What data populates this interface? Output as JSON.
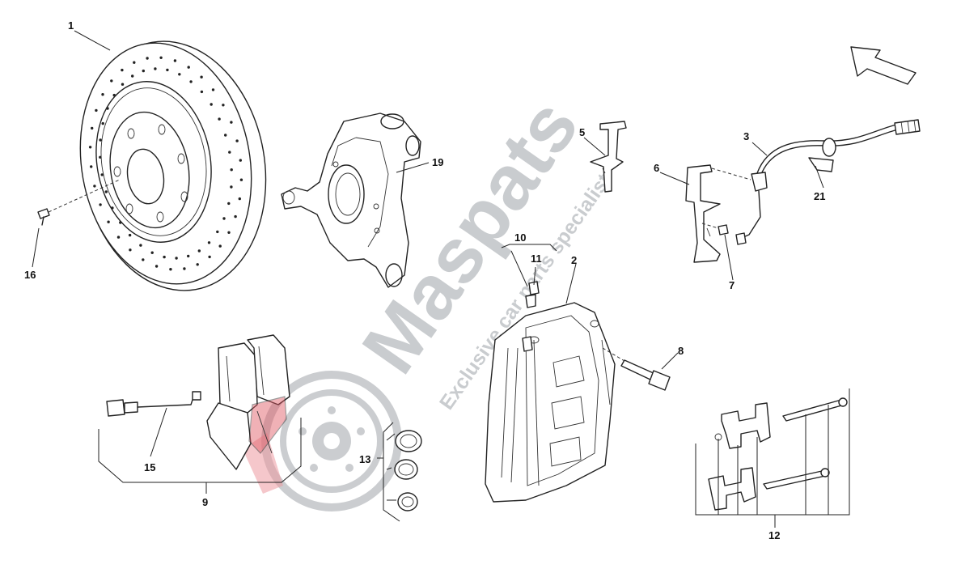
{
  "watermark": {
    "brand": "Maspats",
    "tagline": "Exclusive car parts specialist",
    "gray": "#9ea3a8",
    "accent": "#e05560"
  },
  "callouts": [
    {
      "id": "1",
      "label": "1"
    },
    {
      "id": "2",
      "label": "2"
    },
    {
      "id": "3",
      "label": "3"
    },
    {
      "id": "5",
      "label": "5"
    },
    {
      "id": "6",
      "label": "6"
    },
    {
      "id": "7",
      "label": "7"
    },
    {
      "id": "8",
      "label": "8"
    },
    {
      "id": "9",
      "label": "9"
    },
    {
      "id": "10",
      "label": "10"
    },
    {
      "id": "11",
      "label": "11"
    },
    {
      "id": "12",
      "label": "12"
    },
    {
      "id": "13",
      "label": "13"
    },
    {
      "id": "15",
      "label": "15"
    },
    {
      "id": "16",
      "label": "16"
    },
    {
      "id": "19",
      "label": "19"
    },
    {
      "id": "21",
      "label": "21"
    }
  ],
  "icons": {
    "direction_arrow": "direction-arrow-icon",
    "watermark_logo": "brake-disc-logo-icon"
  }
}
